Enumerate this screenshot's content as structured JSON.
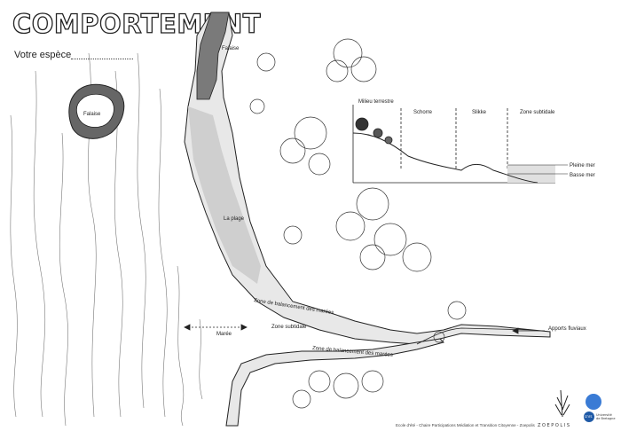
{
  "header": {
    "title": "COMPORTEMENT",
    "species_label": "Votre espèce"
  },
  "map_labels": {
    "falaise_island": "Falaise",
    "falaise_coast": "Falaise",
    "plage": "La plage",
    "zone_balancement_upper": "Zone de balancement des marées",
    "zone_subtidale": "Zone subtidale",
    "maree": "Marée",
    "zone_balancement_lower": "Zone de balancement des marées",
    "apports_fluviaux": "Apports fluviaux"
  },
  "profile": {
    "milieu_terrestre": "Milieu terrestre",
    "schorre": "Schorre",
    "slikke": "Slikke",
    "zone_subtidale": "Zone subtidale",
    "pleine_mer": "Pleine mer",
    "basse_mer": "Basse mer"
  },
  "footer": {
    "credits": "Ecole d'été - Chaire Participations Médiation et Transition Citoyenne - Zoepolis",
    "zoepolis": "Z O E P O L I S",
    "cnrs": "cnrs",
    "univ": "Université de Bretagne"
  },
  "colors": {
    "line": "#222222",
    "water_fill": "#d9d9d9",
    "cliff_fill": "#8a8a8a",
    "sand_fill": "#f2f2f2"
  }
}
